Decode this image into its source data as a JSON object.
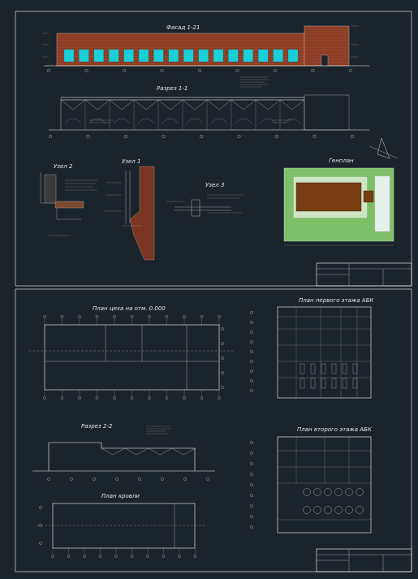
{
  "sheet1": {
    "facade_title": "Фасад 1-21",
    "section_title": "Разрез 1-1",
    "node2_title": "Узел 2",
    "node1_title": "Узел 1",
    "node3_title": "Узел 3",
    "siteplan_title": "Генплан"
  },
  "sheet2": {
    "shop_plan_title": "План цеха на отм. 0.000",
    "abk_floor1_title": "План первого этажа АБК",
    "section2_title": "Разрез 2-2",
    "abk_floor2_title": "План второго этажа АБК",
    "roof_plan_title": "План кровли"
  },
  "colors": {
    "background": "#1b232b",
    "line": "#ffffff",
    "brick": "#8a3a22",
    "window": "#19d0d8",
    "site_green": "#7fbf6a",
    "site_building": "#7a3d12"
  }
}
